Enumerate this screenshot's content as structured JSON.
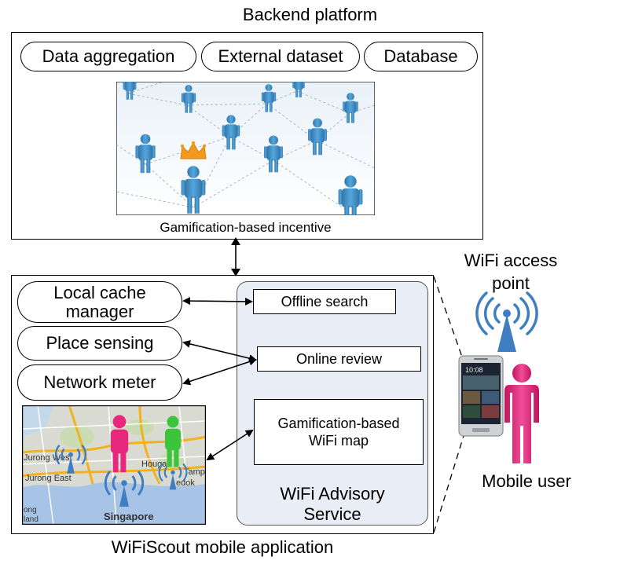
{
  "backend": {
    "title": "Backend platform",
    "modules": [
      "Data aggregation",
      "External dataset",
      "Database"
    ],
    "incentive_caption": "Gamification-based incentive"
  },
  "app": {
    "title": "WiFiScout mobile application",
    "local_cache_line1": "Local cache",
    "local_cache_line2": "manager",
    "place_sensing": "Place sensing",
    "network_meter": "Network meter",
    "service": {
      "offline_search": "Offline search",
      "online_review": "Online review",
      "wifi_map_line1": "Gamification-based",
      "wifi_map_line2": "WiFi map",
      "name_line1": "WiFi Advisory",
      "name_line2": "Service"
    },
    "map_labels": {
      "jurong_west": "Jurong West",
      "jurong_east": "Jurong East",
      "singapore": "Singapore",
      "hougang": "Houga",
      "tampines": "Tamp",
      "bedok": "edok",
      "island": "ong\nland"
    }
  },
  "access_point_line1": "WiFi access",
  "access_point_line2": "point",
  "mobile_user": "Mobile user",
  "phone_time": "10:08",
  "colors": {
    "service_fill": "#e8edf6",
    "person_blue": "#3a8cc4",
    "person_pink": "#e8287c",
    "person_green": "#3cc43c",
    "wifi_blue": "#3f7ec0",
    "crown": "#f39a1e"
  }
}
